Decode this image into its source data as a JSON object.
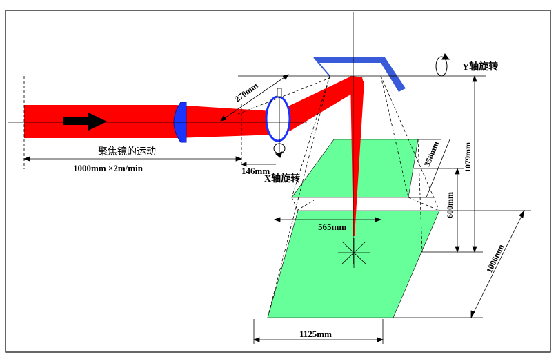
{
  "labels": {
    "y_rotation": "Y轴旋转",
    "x_rotation": "X轴旋转",
    "focus_motion": "聚焦镜的运动",
    "travel_speed": "1000mm ×2m/min",
    "dim_270": "270mm",
    "dim_146": "146mm",
    "dim_358": "358mm",
    "dim_600": "600mm",
    "dim_1079": "1079mm",
    "dim_565": "565mm",
    "dim_1006": "1006mm",
    "dim_1125": "1125mm"
  },
  "colors": {
    "beam": "#ff0000",
    "lens": "#1a33ff",
    "mirror_y": "#3a5bd9",
    "plane_green": "#66ff99",
    "arrow": "#000000"
  },
  "icons": {
    "direction_arrow": "right-arrow-icon",
    "y_rotation": "rotation-arrow-icon",
    "x_rotation": "rotation-arrow-icon"
  }
}
